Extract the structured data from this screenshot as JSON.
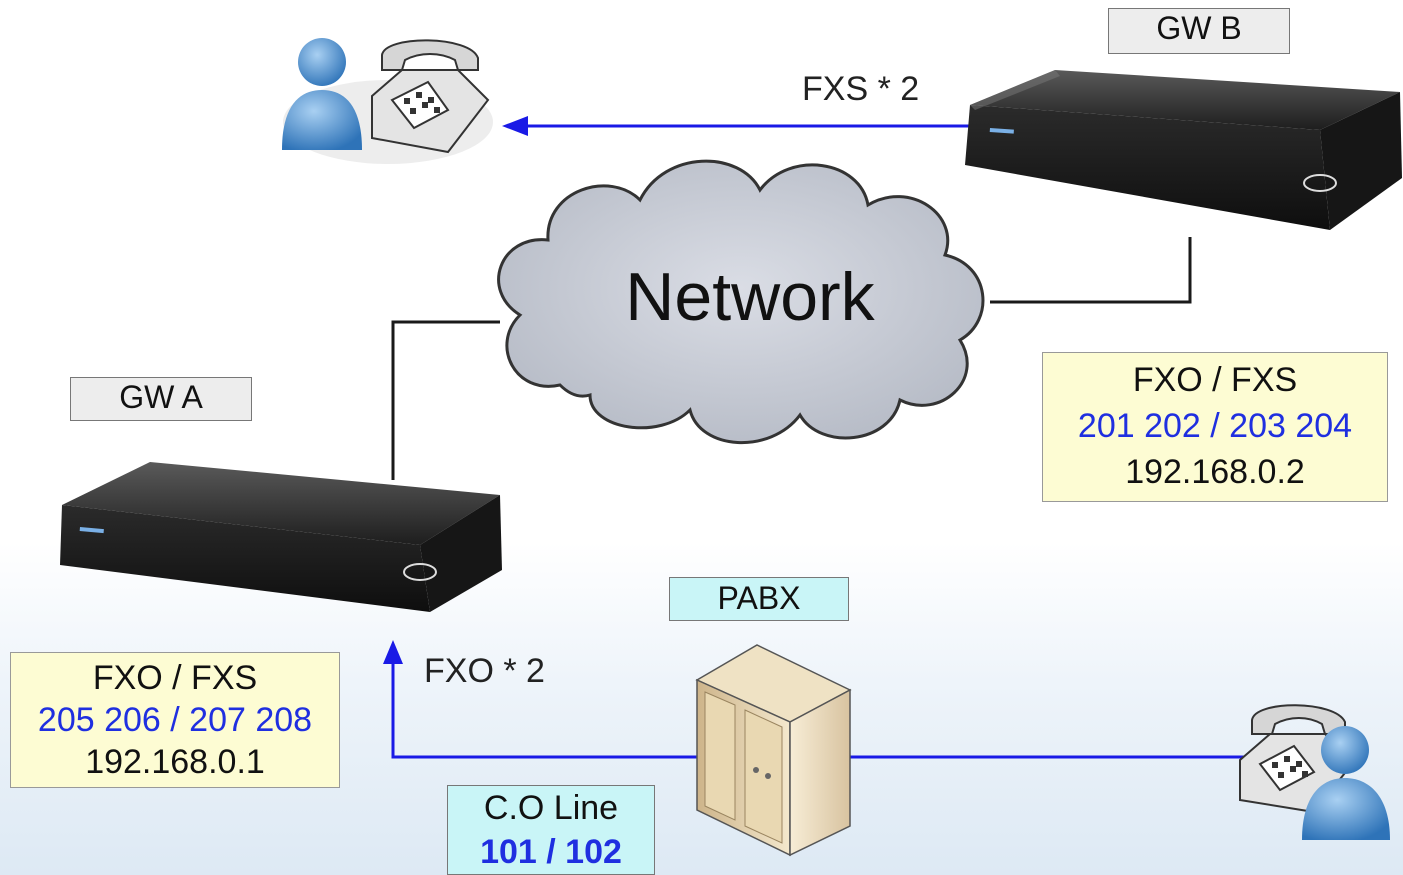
{
  "network_label": "Network",
  "gw_a": {
    "name": "GW A",
    "info_title": "FXO / FXS",
    "numbers": "205 206 / 207 208",
    "ip": "192.168.0.1"
  },
  "gw_b": {
    "name": "GW B",
    "info_title": "FXO / FXS",
    "numbers": "201 202 / 203 204",
    "ip": "192.168.0.2"
  },
  "pabx": {
    "name": "PABX"
  },
  "co_line": {
    "title": "C.O Line",
    "numbers": "101 / 102"
  },
  "ports": {
    "fxs": "FXS * 2",
    "fxo": "FXO * 2"
  },
  "colors": {
    "link_blue": "#1a1ae6",
    "link_black": "#1a1a1a",
    "cloud_fill": "#c8ccd6",
    "device_dark": "#1d1d1d",
    "info_bg": "#fdfcd3",
    "cyan_bg": "#c9f5f7"
  },
  "icons": [
    "user-icon",
    "telephone-icon",
    "gateway-device-icon",
    "server-icon",
    "cloud-icon"
  ]
}
